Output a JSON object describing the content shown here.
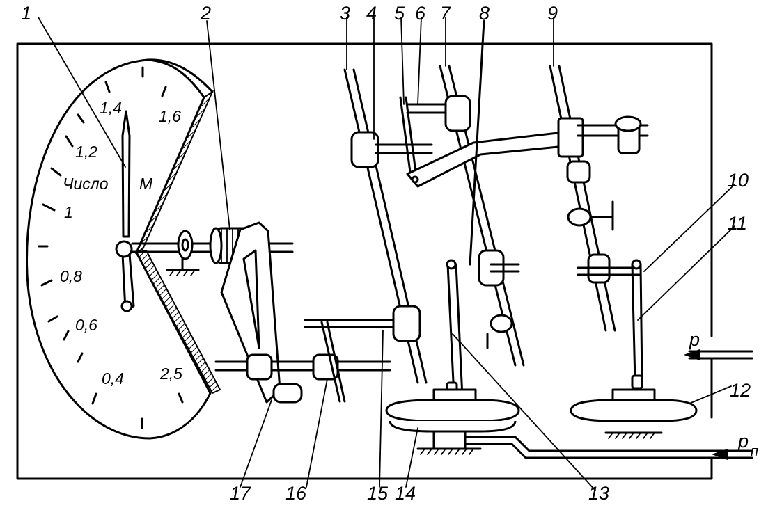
{
  "dial": {
    "scale_labels": [
      "1,4",
      "1,6",
      "1,2",
      "1",
      "0,8",
      "0,6",
      "0,4",
      "2,5"
    ],
    "caption_word": "Число",
    "caption_symbol": "М"
  },
  "callouts": [
    "1",
    "2",
    "3",
    "4",
    "5",
    "6",
    "7",
    "8",
    "9",
    "10",
    "11",
    "12",
    "13",
    "14",
    "15",
    "16",
    "17"
  ],
  "pressure_labels": {
    "p": "p",
    "pn": "p",
    "pn_sub": "п"
  }
}
